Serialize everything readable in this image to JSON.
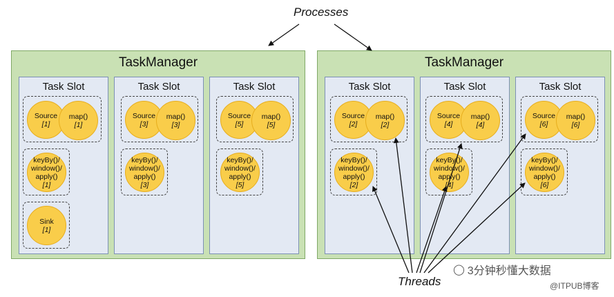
{
  "processes_label": "Processes",
  "threads_label": "Threads",
  "task_managers": [
    {
      "title": "TaskManager",
      "slots": [
        {
          "title": "Task Slot",
          "source": {
            "label": "Source",
            "index": "[1]"
          },
          "map": {
            "label": "map()",
            "index": "[1]"
          },
          "keyby": {
            "label": "keyBy()/\nwindow()/\napply()",
            "index": "[1]"
          },
          "sink": {
            "label": "Sink",
            "index": "[1]"
          }
        },
        {
          "title": "Task Slot",
          "source": {
            "label": "Source",
            "index": "[3]"
          },
          "map": {
            "label": "map()",
            "index": "[3]"
          },
          "keyby": {
            "label": "keyBy()/\nwindow()/\napply()",
            "index": "[3]"
          }
        },
        {
          "title": "Task Slot",
          "source": {
            "label": "Source",
            "index": "[5]"
          },
          "map": {
            "label": "map()",
            "index": "[5]"
          },
          "keyby": {
            "label": "keyBy()/\nwindow()/\napply()",
            "index": "[5]"
          }
        }
      ]
    },
    {
      "title": "TaskManager",
      "slots": [
        {
          "title": "Task Slot",
          "source": {
            "label": "Source",
            "index": "[2]"
          },
          "map": {
            "label": "map()",
            "index": "[2]"
          },
          "keyby": {
            "label": "keyBy()/\nwindow()/\napply()",
            "index": "[2]"
          }
        },
        {
          "title": "Task Slot",
          "source": {
            "label": "Source",
            "index": "[4]"
          },
          "map": {
            "label": "map()",
            "index": "[4]"
          },
          "keyby": {
            "label": "keyBy()/\nwindow()/\napply()",
            "index": "[4]"
          }
        },
        {
          "title": "Task Slot",
          "source": {
            "label": "Source",
            "index": "[6]"
          },
          "map": {
            "label": "map()",
            "index": "[6]"
          },
          "keyby": {
            "label": "keyBy()/\nwindow()/\napply()",
            "index": "[6]"
          }
        }
      ]
    }
  ],
  "watermark": {
    "main": "3分钟秒懂大数据",
    "sub": "@ITPUB博客"
  },
  "colors": {
    "taskmanager_bg": "#c9e1b4",
    "slot_bg": "#e3e9f3",
    "operator_fill": "#f9cd4a"
  }
}
